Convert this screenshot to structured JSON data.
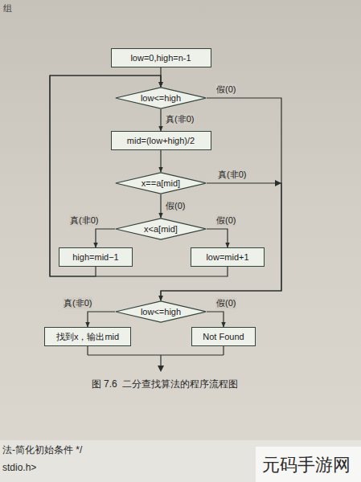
{
  "diagram": {
    "caption": "图 7.6  二分查找算法的程序流程图",
    "nodes": [
      {
        "text": [
          "low=0,high=n-1"
        ]
      },
      {
        "text": [
          "low<=high"
        ]
      },
      {
        "text": [
          "mid=(low+high)/2"
        ]
      },
      {
        "text": [
          "x==a[mid]"
        ]
      },
      {
        "text": [
          "x<a[mid]"
        ]
      },
      {
        "text": [
          "high=mid−1"
        ]
      },
      {
        "text": [
          "low=mid+1"
        ]
      },
      {
        "text": [
          "low<=high"
        ]
      },
      {
        "text": [
          "找到x，输出mid"
        ]
      },
      {
        "text": [
          "Not Found"
        ]
      }
    ],
    "edges": [
      {
        "from": 0,
        "to": 1,
        "arrow": "to"
      },
      {
        "from": 1,
        "to": 2,
        "label": "真(非0)",
        "arrow": "to"
      },
      {
        "from": 1,
        "to": 7,
        "label": "假(0)",
        "arrow": "to"
      },
      {
        "from": 2,
        "to": 3,
        "arrow": "to"
      },
      {
        "from": 3,
        "to": 7,
        "label": "真(非0)",
        "arrow": "to"
      },
      {
        "from": 3,
        "to": 4,
        "label": "假(0)",
        "arrow": "to"
      },
      {
        "from": 4,
        "to": 5,
        "label": "真(非0)",
        "arrow": "to"
      },
      {
        "from": 4,
        "to": 6,
        "label": "假(0)",
        "arrow": "to"
      },
      {
        "from": 5,
        "to": 1,
        "arrow": "to"
      },
      {
        "from": 6,
        "to": 1,
        "arrow": "to"
      },
      {
        "from": 7,
        "to": 8,
        "label": "真(非0)",
        "arrow": "to"
      },
      {
        "from": 7,
        "to": 9,
        "label": "假(0)",
        "arrow": "to"
      }
    ],
    "labels": [
      "组",
      "法-简化初始条件 */",
      "stdio.h>",
      "元码手游网"
    ]
  }
}
